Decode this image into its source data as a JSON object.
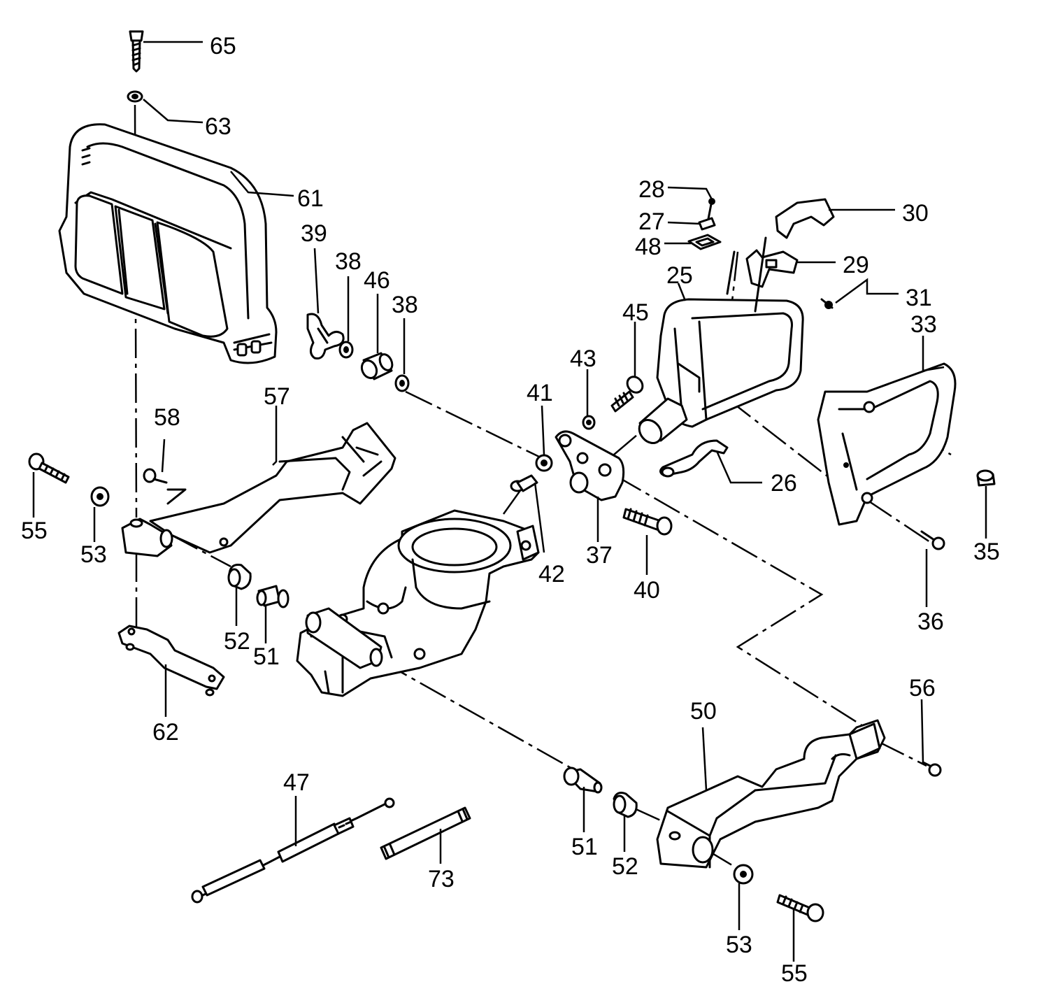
{
  "callouts": [
    {
      "id": "65",
      "text": "65"
    },
    {
      "id": "63",
      "text": "63"
    },
    {
      "id": "61",
      "text": "61"
    },
    {
      "id": "39",
      "text": "39"
    },
    {
      "id": "38a",
      "text": "38"
    },
    {
      "id": "46",
      "text": "46"
    },
    {
      "id": "38b",
      "text": "38"
    },
    {
      "id": "28",
      "text": "28"
    },
    {
      "id": "27",
      "text": "27"
    },
    {
      "id": "48",
      "text": "48"
    },
    {
      "id": "30",
      "text": "30"
    },
    {
      "id": "29",
      "text": "29"
    },
    {
      "id": "25",
      "text": "25"
    },
    {
      "id": "31",
      "text": "31"
    },
    {
      "id": "33",
      "text": "33"
    },
    {
      "id": "45",
      "text": "45"
    },
    {
      "id": "43",
      "text": "43"
    },
    {
      "id": "57",
      "text": "57"
    },
    {
      "id": "58",
      "text": "58"
    },
    {
      "id": "41",
      "text": "41"
    },
    {
      "id": "26",
      "text": "26"
    },
    {
      "id": "55a",
      "text": "55"
    },
    {
      "id": "53a",
      "text": "53"
    },
    {
      "id": "42",
      "text": "42"
    },
    {
      "id": "37",
      "text": "37"
    },
    {
      "id": "40",
      "text": "40"
    },
    {
      "id": "35",
      "text": "35"
    },
    {
      "id": "36",
      "text": "36"
    },
    {
      "id": "52a",
      "text": "52"
    },
    {
      "id": "51a",
      "text": "51"
    },
    {
      "id": "62",
      "text": "62"
    },
    {
      "id": "56",
      "text": "56"
    },
    {
      "id": "50",
      "text": "50"
    },
    {
      "id": "47",
      "text": "47"
    },
    {
      "id": "73",
      "text": "73"
    },
    {
      "id": "51b",
      "text": "51"
    },
    {
      "id": "52b",
      "text": "52"
    },
    {
      "id": "53b",
      "text": "53"
    },
    {
      "id": "55b",
      "text": "55"
    }
  ]
}
